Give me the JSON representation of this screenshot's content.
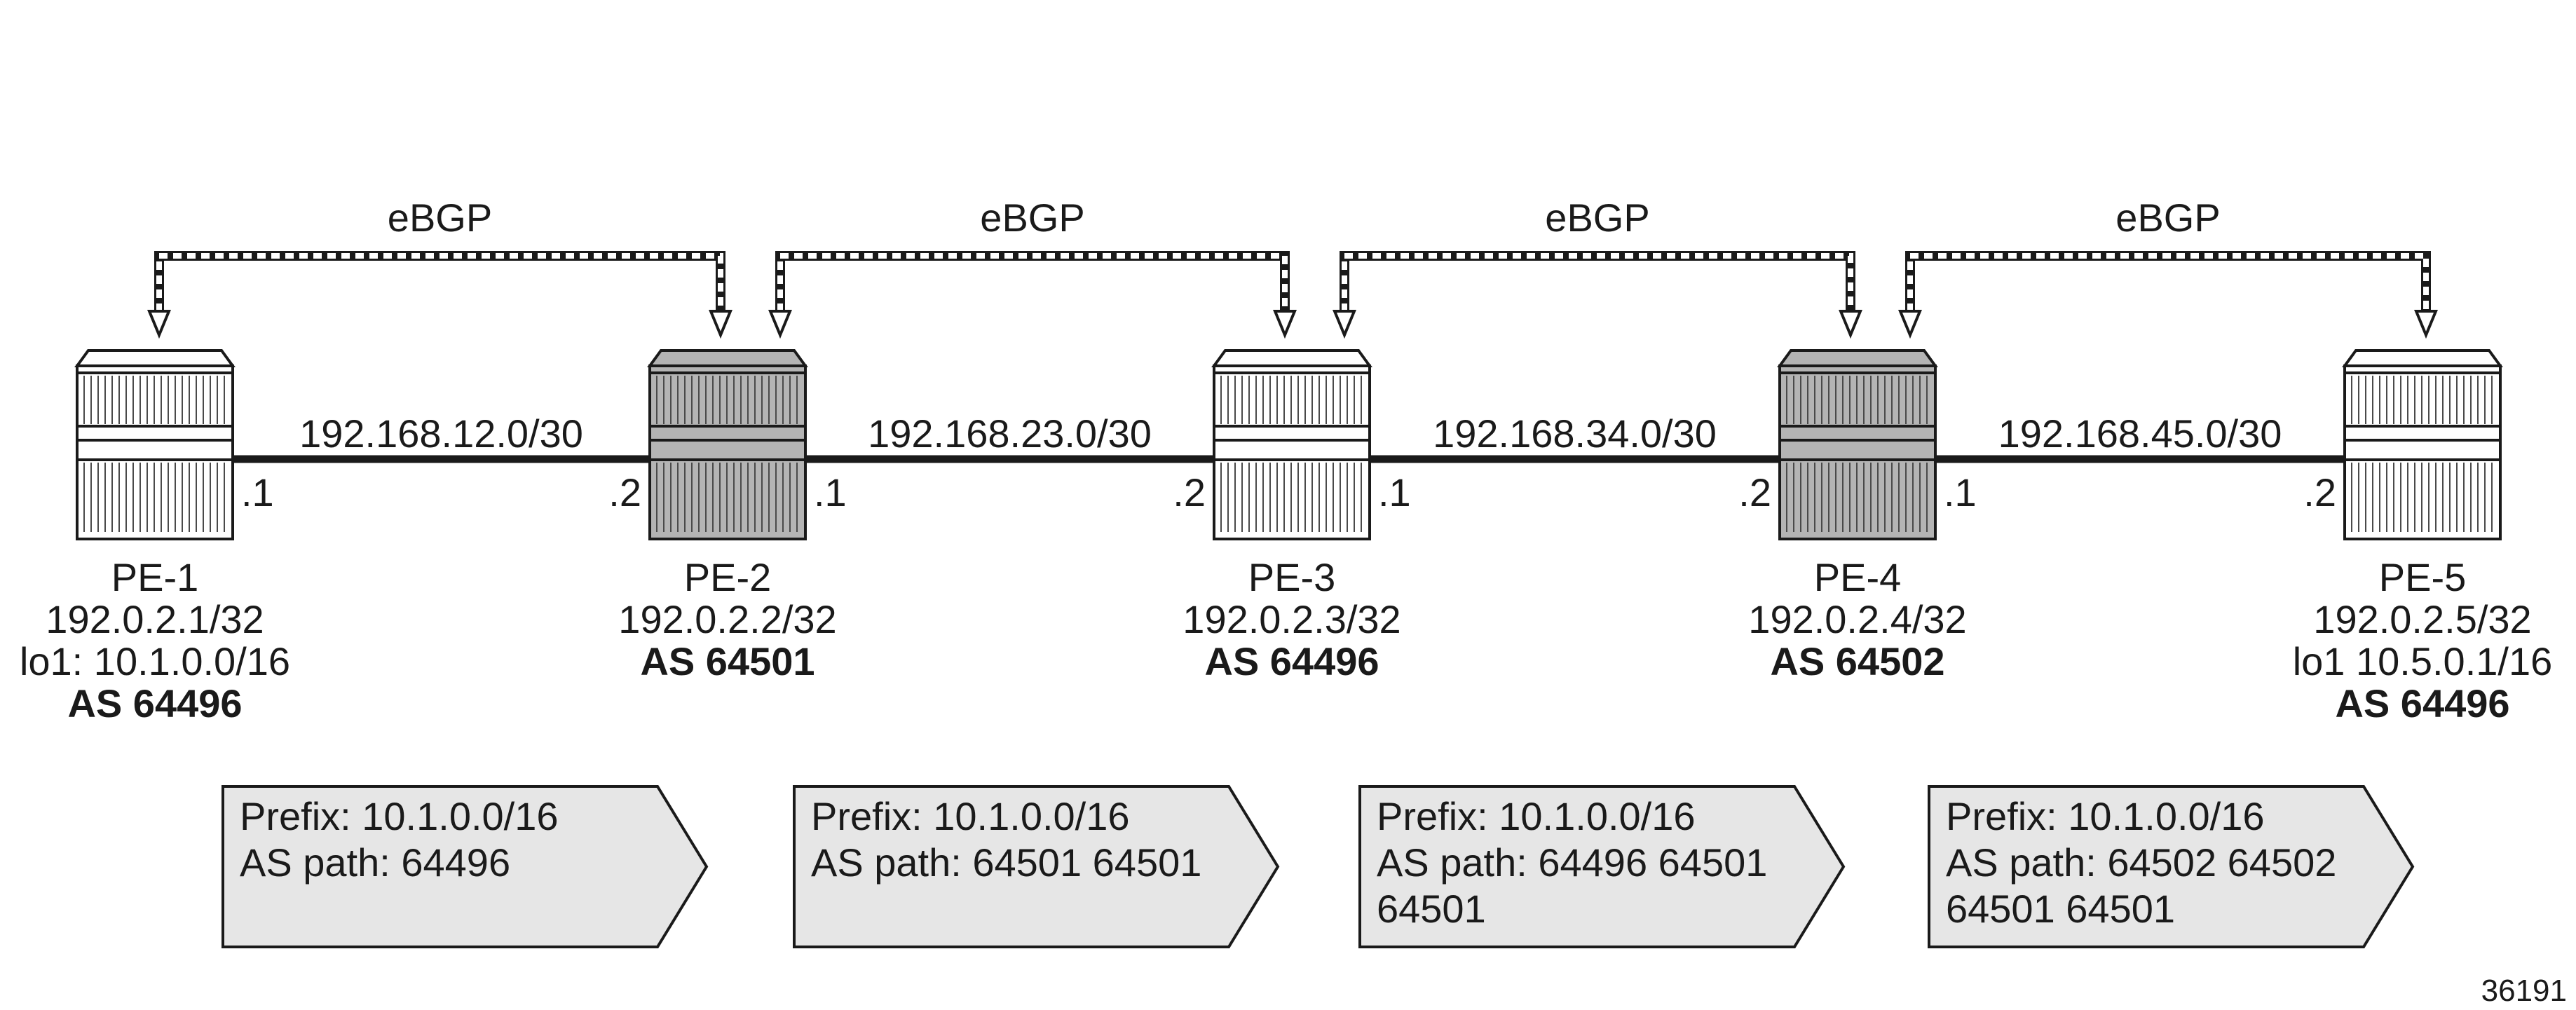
{
  "bgp_sessions": [
    {
      "label": "eBGP"
    },
    {
      "label": "eBGP"
    },
    {
      "label": "eBGP"
    },
    {
      "label": "eBGP"
    }
  ],
  "links": [
    {
      "subnet": "192.168.12.0/30",
      "left_end": ".1",
      "right_end": ".2"
    },
    {
      "subnet": "192.168.23.0/30",
      "left_end": ".1",
      "right_end": ".2"
    },
    {
      "subnet": "192.168.34.0/30",
      "left_end": ".1",
      "right_end": ".2"
    },
    {
      "subnet": "192.168.45.0/30",
      "left_end": ".1",
      "right_end": ".2"
    }
  ],
  "routers": [
    {
      "name": "PE-1",
      "system": "192.0.2.1/32",
      "loopback": "lo1: 10.1.0.0/16",
      "as": "AS 64496",
      "shaded": false
    },
    {
      "name": "PE-2",
      "system": "192.0.2.2/32",
      "loopback": "",
      "as": "AS 64501",
      "shaded": true
    },
    {
      "name": "PE-3",
      "system": "192.0.2.3/32",
      "loopback": "",
      "as": "AS 64496",
      "shaded": false
    },
    {
      "name": "PE-4",
      "system": "192.0.2.4/32",
      "loopback": "",
      "as": "AS 64502",
      "shaded": true
    },
    {
      "name": "PE-5",
      "system": "192.0.2.5/32",
      "loopback": "lo1 10.5.0.1/16",
      "as": "AS 64496",
      "shaded": false
    }
  ],
  "route_advertisements": [
    {
      "lines": [
        "Prefix: 10.1.0.0/16",
        "AS path: 64496"
      ]
    },
    {
      "lines": [
        "Prefix: 10.1.0.0/16",
        "AS path: 64501 64501"
      ]
    },
    {
      "lines": [
        "Prefix: 10.1.0.0/16",
        "AS path: 64496 64501",
        "64501"
      ]
    },
    {
      "lines": [
        "Prefix: 10.1.0.0/16",
        "AS path: 64502 64502",
        "64501 64501"
      ]
    }
  ],
  "figure_id": "36191",
  "colors": {
    "router_light": "#ffffff",
    "router_shaded": "#b4b4b4",
    "box_fill": "#e6e6e6",
    "line": "#1a1a1a"
  }
}
